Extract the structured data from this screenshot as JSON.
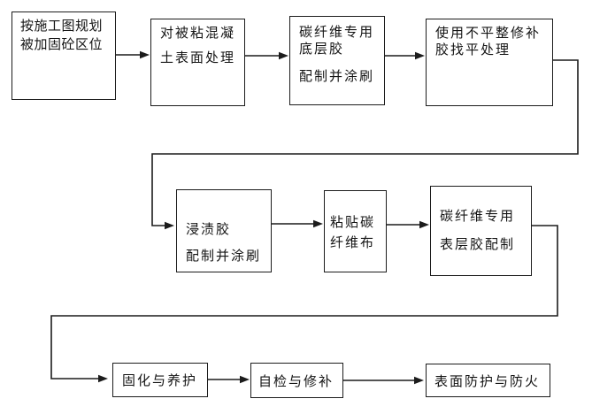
{
  "diagram": {
    "type": "flowchart",
    "background_color": "#ffffff",
    "line_color": "#1c1c1c",
    "text_color": "#141414",
    "nodes": [
      {
        "id": "step-1",
        "lines": [
          "按施工图规划",
          "被加固砼区位"
        ]
      },
      {
        "id": "step-2",
        "lines": [
          "对被粘混凝",
          "土表面处理"
        ]
      },
      {
        "id": "step-3",
        "lines": [
          "碳纤维专用",
          "底层胶",
          "配制并涂刷"
        ]
      },
      {
        "id": "step-4",
        "lines": [
          "使用不平整修补",
          "胶找平处理"
        ]
      },
      {
        "id": "step-5",
        "lines": [
          "浸渍胶",
          "配制并涂刷"
        ]
      },
      {
        "id": "step-6",
        "lines": [
          "粘贴碳",
          "纤维布"
        ]
      },
      {
        "id": "step-7",
        "lines": [
          "碳纤维专用",
          "表层胶配制"
        ]
      },
      {
        "id": "step-8",
        "lines": [
          "固化与养护"
        ]
      },
      {
        "id": "step-9",
        "lines": [
          "自检与修补"
        ]
      },
      {
        "id": "step-10",
        "lines": [
          "表面防护与防火"
        ]
      }
    ],
    "edges": [
      {
        "from": "step-1",
        "to": "step-2",
        "style": "straight-arrow"
      },
      {
        "from": "step-2",
        "to": "step-3",
        "style": "straight-arrow"
      },
      {
        "from": "step-3",
        "to": "step-4",
        "style": "straight-arrow"
      },
      {
        "from": "step-4",
        "to": "step-5",
        "style": "elbow-arrow"
      },
      {
        "from": "step-5",
        "to": "step-6",
        "style": "straight-arrow"
      },
      {
        "from": "step-6",
        "to": "step-7",
        "style": "straight-arrow"
      },
      {
        "from": "step-7",
        "to": "step-8",
        "style": "elbow-arrow"
      },
      {
        "from": "step-8",
        "to": "step-9",
        "style": "straight-arrow"
      },
      {
        "from": "step-9",
        "to": "step-10",
        "style": "straight-arrow"
      }
    ]
  }
}
